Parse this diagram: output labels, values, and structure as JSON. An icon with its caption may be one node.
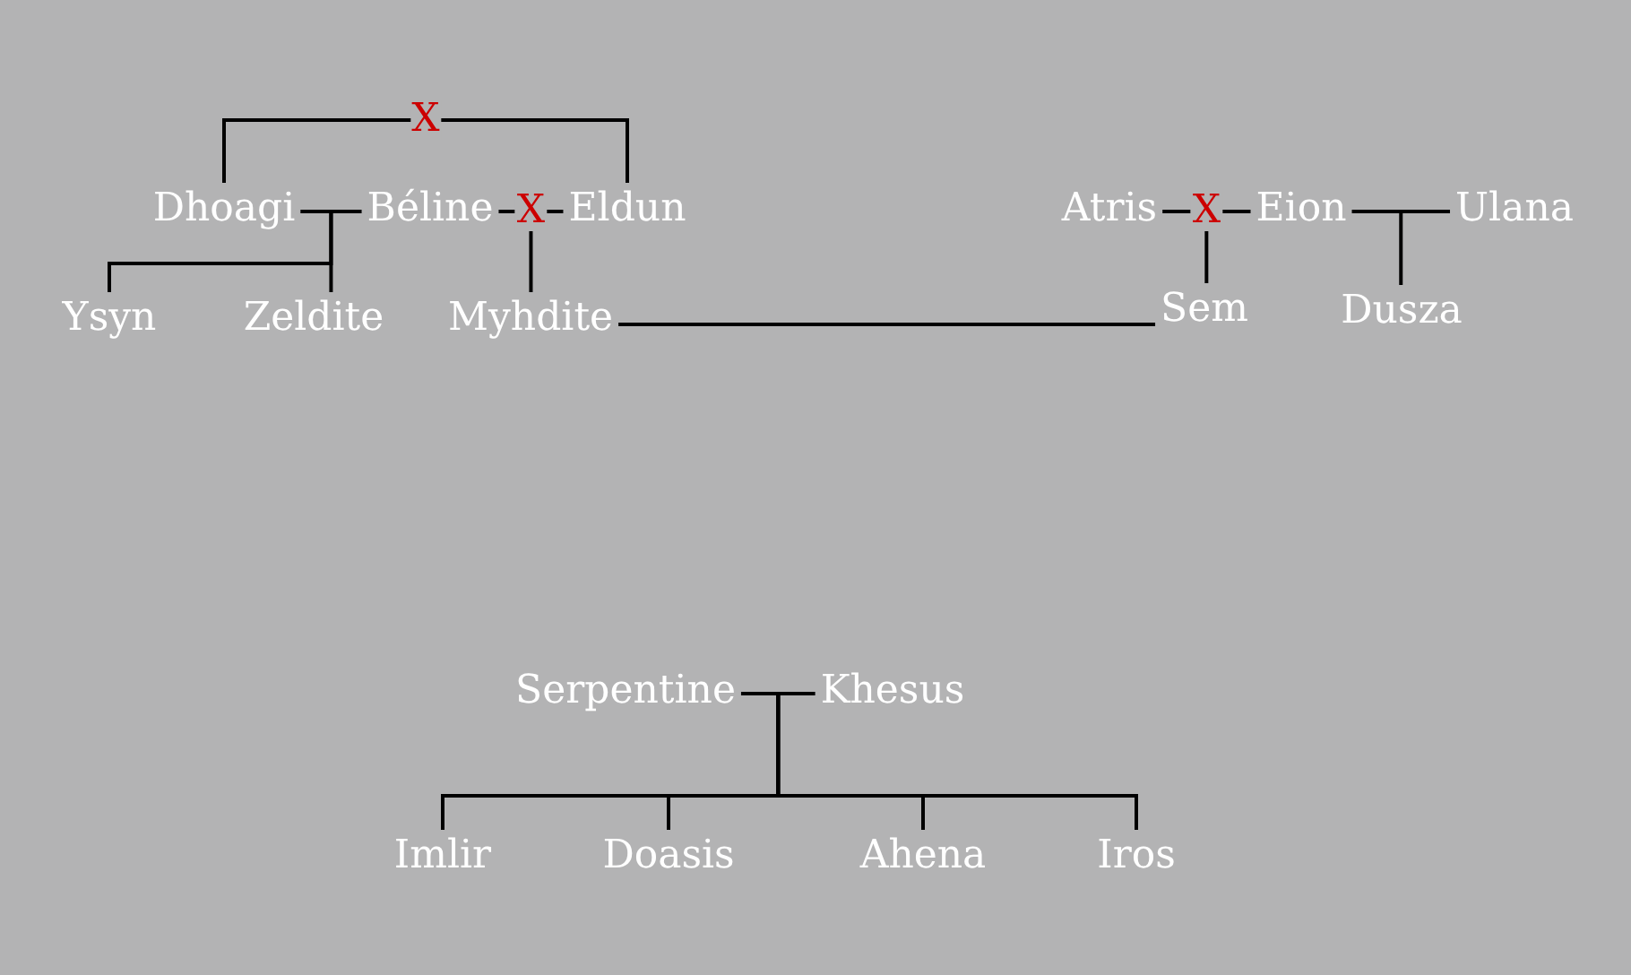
{
  "diagram": {
    "nodes": [
      {
        "text": [
          "Dhoagi"
        ]
      },
      {
        "text": [
          "Béline"
        ]
      },
      {
        "text": [
          "Eldun"
        ]
      },
      {
        "text": [
          "Ysyn"
        ]
      },
      {
        "text": [
          "Zeldite"
        ]
      },
      {
        "text": [
          "Myhdite"
        ]
      },
      {
        "text": [
          "Atris"
        ]
      },
      {
        "text": [
          "Eion"
        ]
      },
      {
        "text": [
          "Ulana"
        ]
      },
      {
        "text": [
          "Sem"
        ]
      },
      {
        "text": [
          "Dusza"
        ]
      },
      {
        "text": [
          "Serpentine"
        ]
      },
      {
        "text": [
          "Khesus"
        ]
      },
      {
        "text": [
          "Imlir"
        ]
      },
      {
        "text": [
          "Doasis"
        ]
      },
      {
        "text": [
          "Ahena"
        ]
      },
      {
        "text": [
          "Iros"
        ]
      }
    ],
    "edges": [
      {
        "from": 0,
        "to": 1,
        "arrow": "none"
      },
      {
        "from": 1,
        "to": 2,
        "arrow": "none",
        "label": "X"
      },
      {
        "from": 0,
        "to": 2,
        "arrow": "none",
        "label": "X"
      },
      {
        "from": 6,
        "to": 7,
        "arrow": "none",
        "label": "X"
      },
      {
        "from": 7,
        "to": 8,
        "arrow": "none"
      },
      {
        "from": 11,
        "to": 12,
        "arrow": "none"
      },
      {
        "from": 5,
        "to": 9,
        "arrow": "none"
      },
      {
        "from": 0,
        "to": 3,
        "arrow": "none"
      },
      {
        "from": 1,
        "to": 3,
        "arrow": "none"
      },
      {
        "from": 0,
        "to": 4,
        "arrow": "none"
      },
      {
        "from": 1,
        "to": 4,
        "arrow": "none"
      },
      {
        "from": 1,
        "to": 5,
        "arrow": "none"
      },
      {
        "from": 2,
        "to": 5,
        "arrow": "none"
      },
      {
        "from": 6,
        "to": 9,
        "arrow": "none"
      },
      {
        "from": 7,
        "to": 9,
        "arrow": "none"
      },
      {
        "from": 7,
        "to": 10,
        "arrow": "none"
      },
      {
        "from": 8,
        "to": 10,
        "arrow": "none"
      },
      {
        "from": 11,
        "to": 13,
        "arrow": "none"
      },
      {
        "from": 12,
        "to": 13,
        "arrow": "none"
      },
      {
        "from": 11,
        "to": 14,
        "arrow": "none"
      },
      {
        "from": 12,
        "to": 14,
        "arrow": "none"
      },
      {
        "from": 11,
        "to": 15,
        "arrow": "none"
      },
      {
        "from": 12,
        "to": 15,
        "arrow": "none"
      },
      {
        "from": 11,
        "to": 16,
        "arrow": "none"
      },
      {
        "from": 12,
        "to": 16,
        "arrow": "none"
      }
    ]
  }
}
